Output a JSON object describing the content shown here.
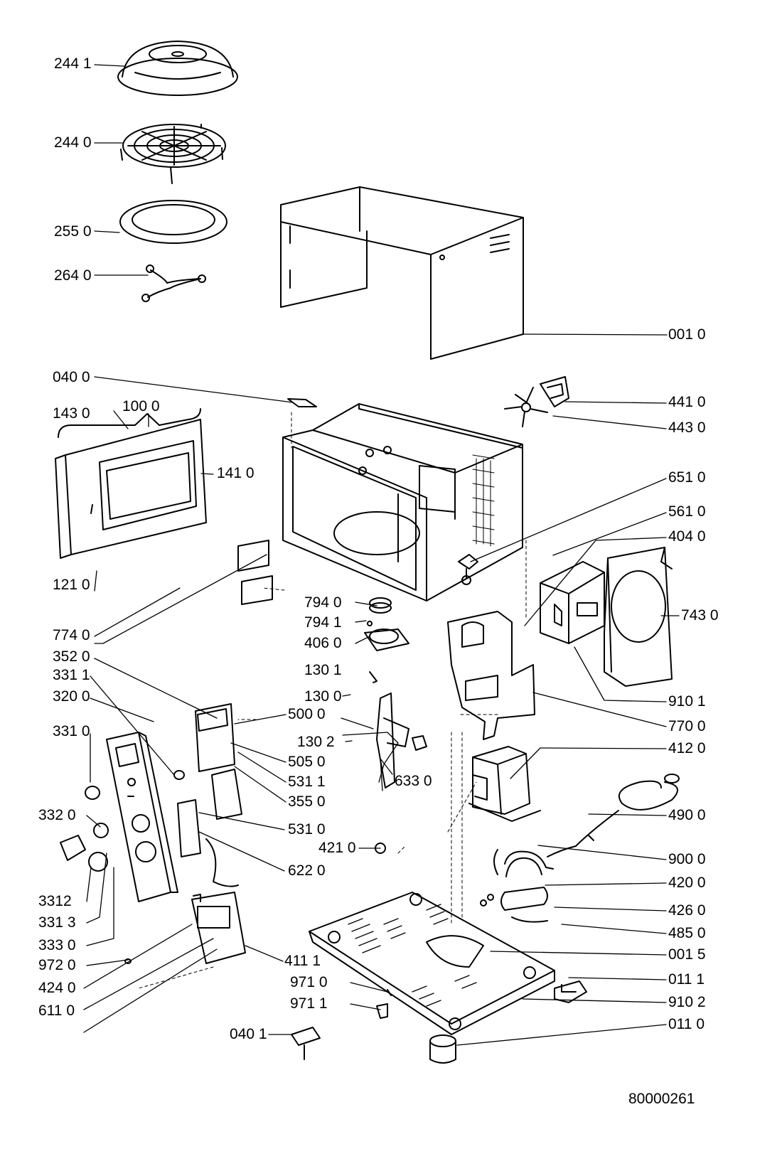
{
  "labels": {
    "l2441": "244 1",
    "l2440": "244 0",
    "l2550": "255 0",
    "l2640": "264 0",
    "l0010": "001 0",
    "l0400": "040 0",
    "l1430": "143 0",
    "l1000": "100 0",
    "l1410": "141 0",
    "l1210": "121 0",
    "l7740": "774 0",
    "l4410": "441 0",
    "l4430": "443 0",
    "l6510": "651 0",
    "l5610": "561 0",
    "l4040": "404 0",
    "l7430": "743 0",
    "l7940": "794 0",
    "l7941": "794 1",
    "l4060": "406 0",
    "l3520": "352 0",
    "l3311": "331 1",
    "l3200": "320 0",
    "l3310": "331 0",
    "l1301": "130 1",
    "l1300": "130 0",
    "l1302": "130 2",
    "l5000": "500 0",
    "l5050": "505 0",
    "l5311": "531 1",
    "l3550": "355 0",
    "l6330": "633 0",
    "l9101": "910 1",
    "l7700": "770 0",
    "l4120": "412 0",
    "l3320": "332 0",
    "l5310": "531 0",
    "l4900": "490 0",
    "l4210": "421 0",
    "l6220": "622 0",
    "l9000": "900 0",
    "l4200": "420 0",
    "l3312": "3312",
    "l3313": "331 3",
    "l4260": "426 0",
    "l3330": "333 0",
    "l4850": "485 0",
    "l9720": "972 0",
    "l4111": "411 1",
    "l0015": "001 5",
    "l4240": "424 0",
    "l9710": "971 0",
    "l0111": "011 1",
    "l9711": "971 1",
    "l9102": "910 2",
    "l6110": "611 0",
    "l0401": "040 1",
    "l0110": "011 0"
  },
  "document_number": "80000261"
}
